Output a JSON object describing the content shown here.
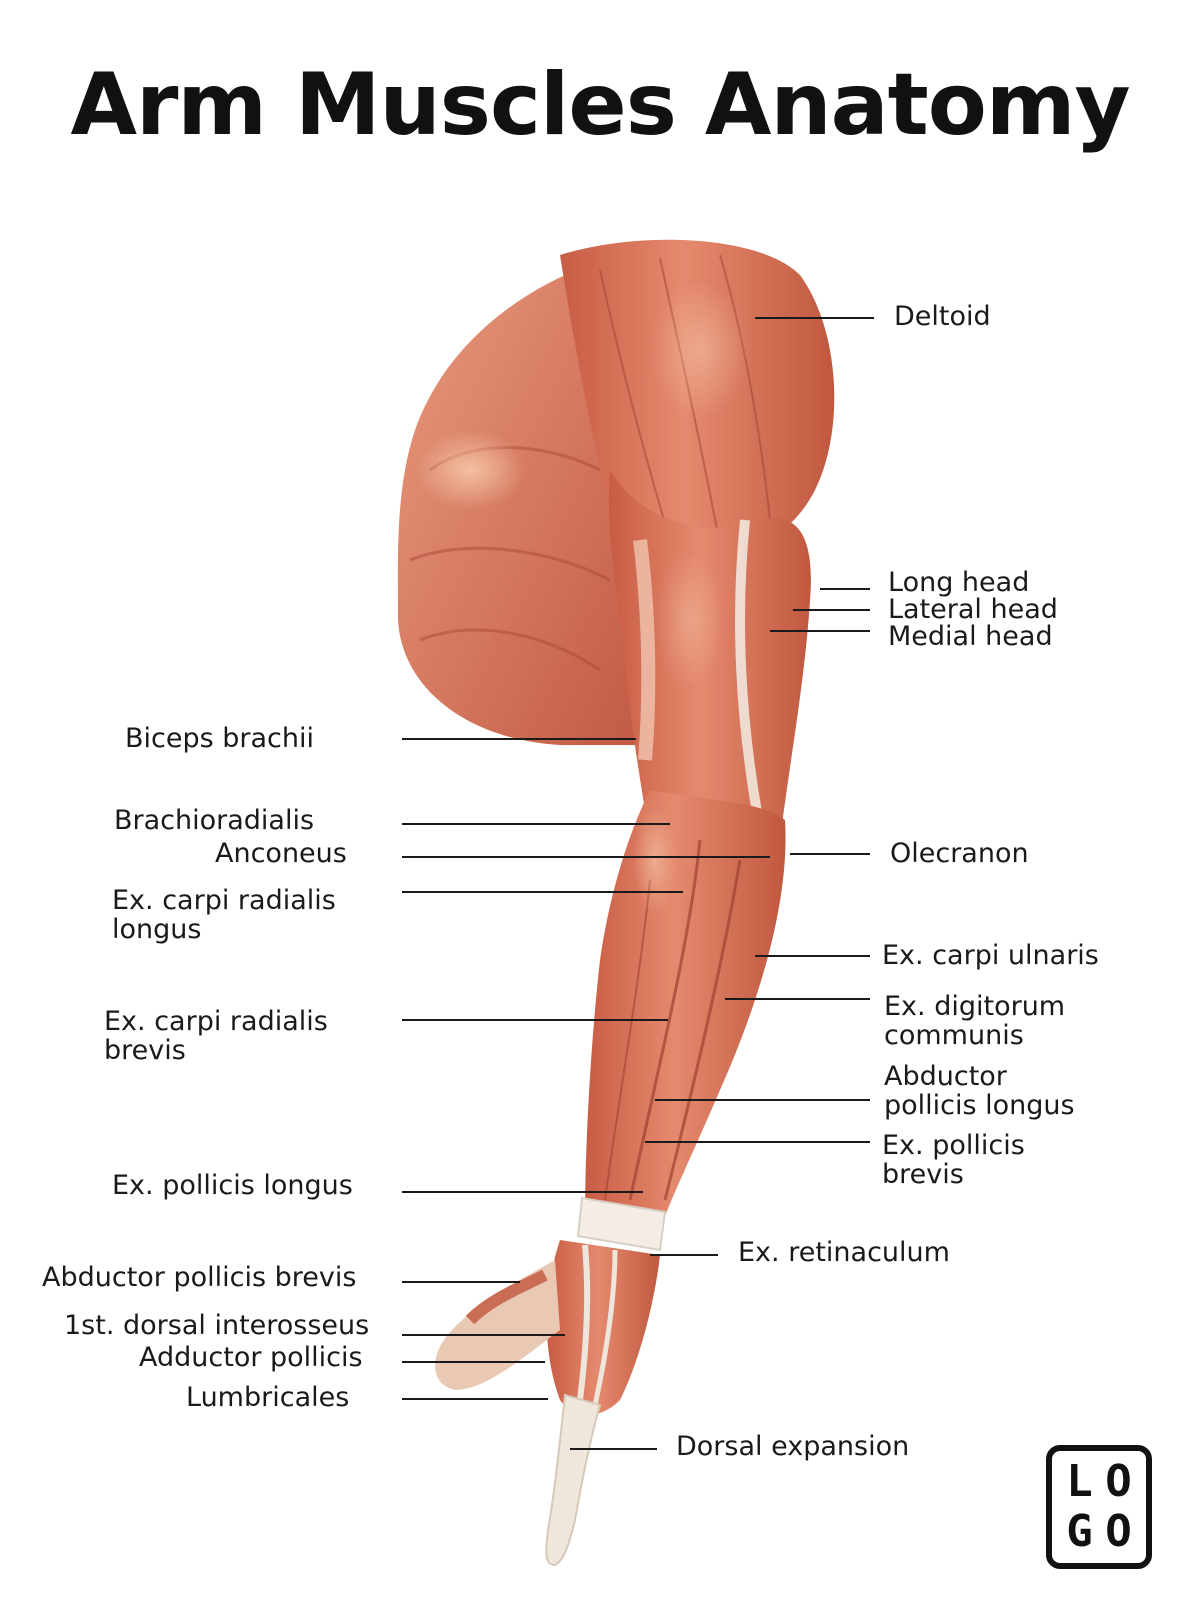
{
  "title": "Arm Muscles Anatomy",
  "labels_right": [
    {
      "id": "deltoid",
      "text": "Deltoid"
    },
    {
      "id": "long-head",
      "text": "Long head"
    },
    {
      "id": "lateral-head",
      "text": "Lateral head"
    },
    {
      "id": "medial-head",
      "text": "Medial head"
    },
    {
      "id": "olecranon",
      "text": "Olecranon"
    },
    {
      "id": "ex-carpi-ulnaris",
      "text": "Ex. carpi ulnaris"
    },
    {
      "id": "ex-digitorum-communis",
      "text": "Ex. digitorum\ncommunis"
    },
    {
      "id": "abductor-pollicis-longus",
      "text": "Abductor\npollicis longus"
    },
    {
      "id": "ex-pollicis-brevis",
      "text": "Ex. pollicis\nbrevis"
    },
    {
      "id": "ex-retinaculum",
      "text": "Ex. retinaculum"
    },
    {
      "id": "dorsal-expansion",
      "text": "Dorsal expansion"
    }
  ],
  "labels_left": [
    {
      "id": "biceps-brachii",
      "text": "Biceps brachii"
    },
    {
      "id": "brachioradialis",
      "text": "Brachioradialis"
    },
    {
      "id": "anconeus",
      "text": "Anconeus"
    },
    {
      "id": "ex-carpi-radialis-longus",
      "text": "Ex. carpi radialis\nlongus"
    },
    {
      "id": "ex-carpi-radialis-brevis",
      "text": "Ex. carpi radialis\nbrevis"
    },
    {
      "id": "ex-pollicis-longus",
      "text": "Ex. pollicis longus"
    },
    {
      "id": "abductor-pollicis-brevis",
      "text": "Abductor pollicis brevis"
    },
    {
      "id": "first-dorsal-interosseus",
      "text": "1st. dorsal interosseus"
    },
    {
      "id": "adductor-pollicis",
      "text": "Adductor pollicis"
    },
    {
      "id": "lumbricales",
      "text": "Lumbricales"
    }
  ],
  "logo": {
    "l": "L",
    "o1": "O",
    "g": "G",
    "o2": "O"
  },
  "colors": {
    "muscle": "#d9735a",
    "muscle_dark": "#b5503a",
    "muscle_light": "#f0a88c",
    "tendon": "#eee6dc",
    "text": "#1a1a1a",
    "leader": "#1a1a1a"
  }
}
